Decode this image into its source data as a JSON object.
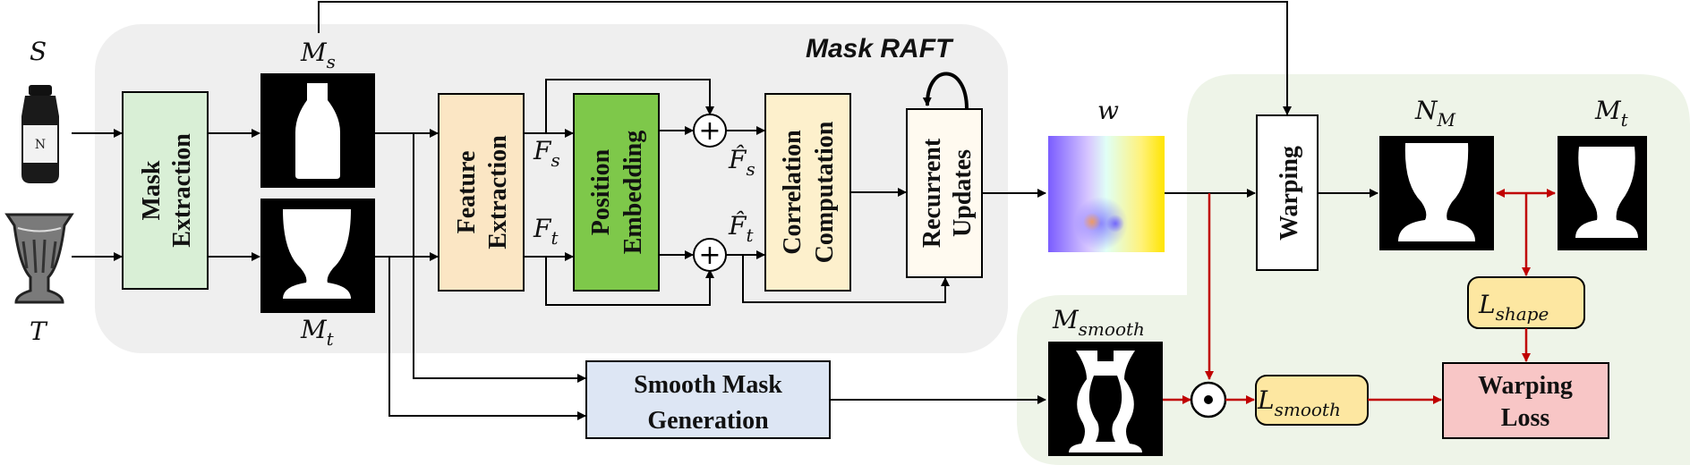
{
  "region_title": "Mask RAFT",
  "inputs": {
    "source_label": "S",
    "target_label": "T"
  },
  "masks": {
    "source_mask_label": "M",
    "source_mask_sub": "s",
    "target_mask_label": "M",
    "target_mask_sub": "t"
  },
  "boxes": {
    "mask_extraction": [
      "Mask",
      "Extraction"
    ],
    "feature_extraction": [
      "Feature",
      "Extraction"
    ],
    "position_embedding": [
      "Position",
      "Embedding"
    ],
    "correlation": [
      "Correlation",
      "Computation"
    ],
    "recurrent": [
      "Recurrent",
      "Updates"
    ],
    "smooth_mask": [
      "Smooth Mask",
      "Generation"
    ],
    "warping": "Warping",
    "warping_loss": [
      "Warping",
      "Loss"
    ]
  },
  "features": {
    "fs_label": "F",
    "fs_sub": "s",
    "ft_label": "F",
    "ft_sub": "t",
    "fs_hat_label": "F̂",
    "fs_hat_sub": "s",
    "ft_hat_label": "F̂",
    "ft_hat_sub": "t"
  },
  "operators": {
    "plus": "+",
    "dot": "⊙"
  },
  "flow": {
    "w_label": "w"
  },
  "outputs": {
    "nm_label": "N",
    "nm_sub": "M",
    "mt_label": "M",
    "mt_sub": "t",
    "msmooth_label": "M",
    "msmooth_sub": "smooth"
  },
  "losses": {
    "shape_label": "L",
    "shape_sub": "shape",
    "smooth_label": "L",
    "smooth_sub": "smooth"
  },
  "colors": {
    "raft_bg": "#efefef",
    "loss_bg": "#eef4e8",
    "mask_extraction": "#d9efd6",
    "feature_extraction": "#fbe6c4",
    "position_embedding": "#7ec84a",
    "correlation": "#fdf0cc",
    "recurrent": "#fffaf0",
    "smooth_mask": "#dde6f4",
    "warping": "#ffffff",
    "warping_loss": "#f8c6c6",
    "loss_label": "#fde7a1",
    "red_arrow": "#c00000"
  }
}
